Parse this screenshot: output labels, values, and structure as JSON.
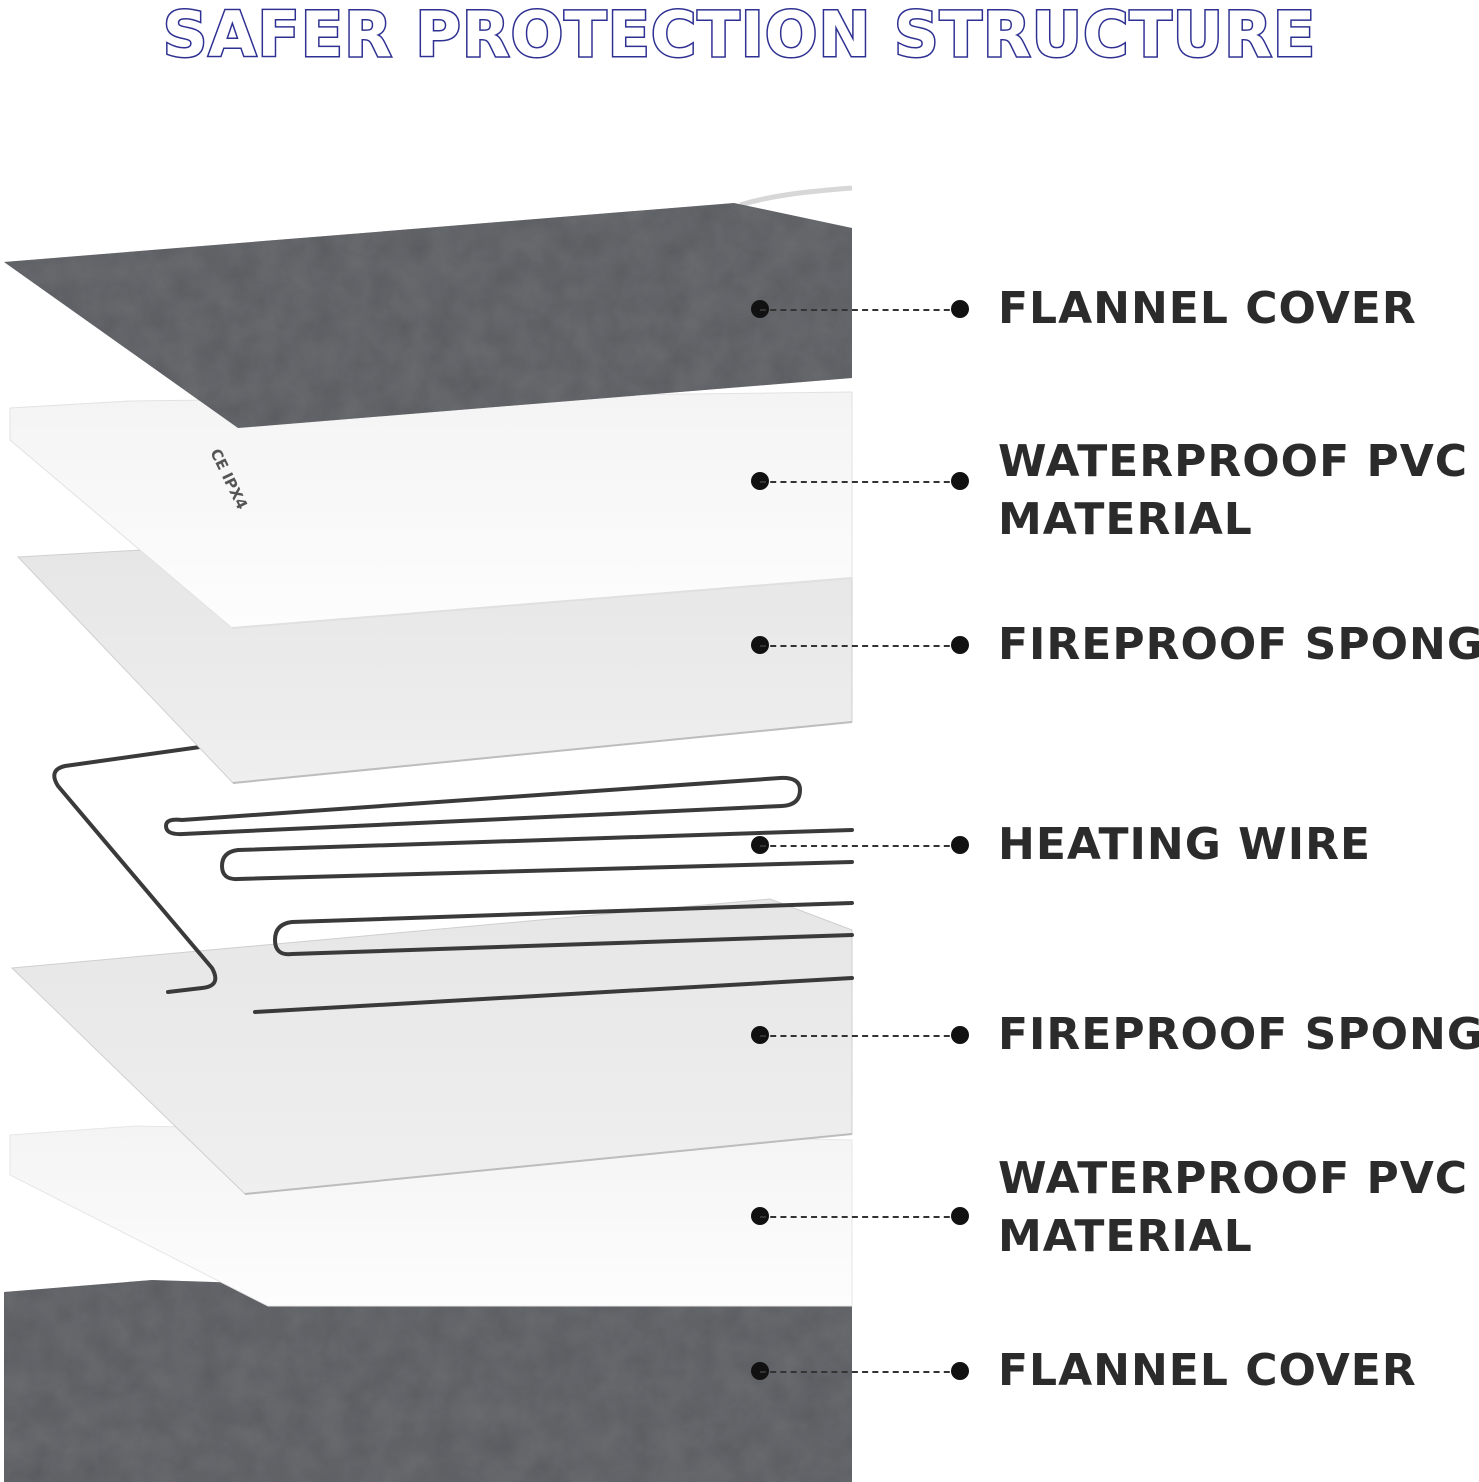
{
  "title": "SAFER PROTECTION STRUCTURE",
  "product_marks": "CE  IPX4",
  "layers": [
    {
      "id": "flannel-top",
      "lines": [
        "FLANNEL COVER"
      ],
      "color": "#55575a"
    },
    {
      "id": "pvc-top",
      "lines": [
        "WATERPROOF PVC",
        "MATERIAL"
      ],
      "color": "#f7f7f7"
    },
    {
      "id": "sponge-top",
      "lines": [
        "FIREPROOF SPONGE"
      ],
      "color": "#ebebeb"
    },
    {
      "id": "heating-wire",
      "lines": [
        "HEATING WIRE"
      ],
      "color": "#3a3a3a"
    },
    {
      "id": "sponge-bottom",
      "lines": [
        "FIREPROOF SPONGE"
      ],
      "color": "#e2e2e2"
    },
    {
      "id": "pvc-bottom",
      "lines": [
        "WATERPROOF PVC",
        "MATERIAL"
      ],
      "color": "#f5f5f5"
    },
    {
      "id": "flannel-bottom",
      "lines": [
        "FLANNEL COVER"
      ],
      "color": "#55575a"
    }
  ]
}
